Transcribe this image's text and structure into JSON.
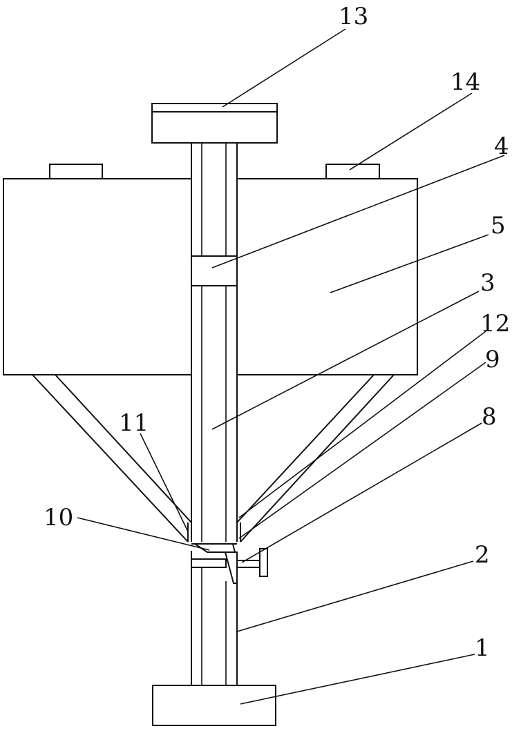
{
  "labels": [
    {
      "id": "13",
      "text": "13",
      "part": "top-cap"
    },
    {
      "id": "14",
      "text": "14",
      "part": "tank-cap-right"
    },
    {
      "id": "4",
      "text": "4",
      "part": "sleeve"
    },
    {
      "id": "5",
      "text": "5",
      "part": "hopper-tank"
    },
    {
      "id": "3",
      "text": "3",
      "part": "inner-shaft"
    },
    {
      "id": "12",
      "text": "12",
      "part": "cone-edge"
    },
    {
      "id": "9",
      "text": "9",
      "part": "discharge-funnel"
    },
    {
      "id": "11",
      "text": "11",
      "part": "cone-tip"
    },
    {
      "id": "8",
      "text": "8",
      "part": "valve-knob"
    },
    {
      "id": "10",
      "text": "10",
      "part": "valve-plate"
    },
    {
      "id": "2",
      "text": "2",
      "part": "support-column"
    },
    {
      "id": "1",
      "text": "1",
      "part": "base-block"
    }
  ]
}
